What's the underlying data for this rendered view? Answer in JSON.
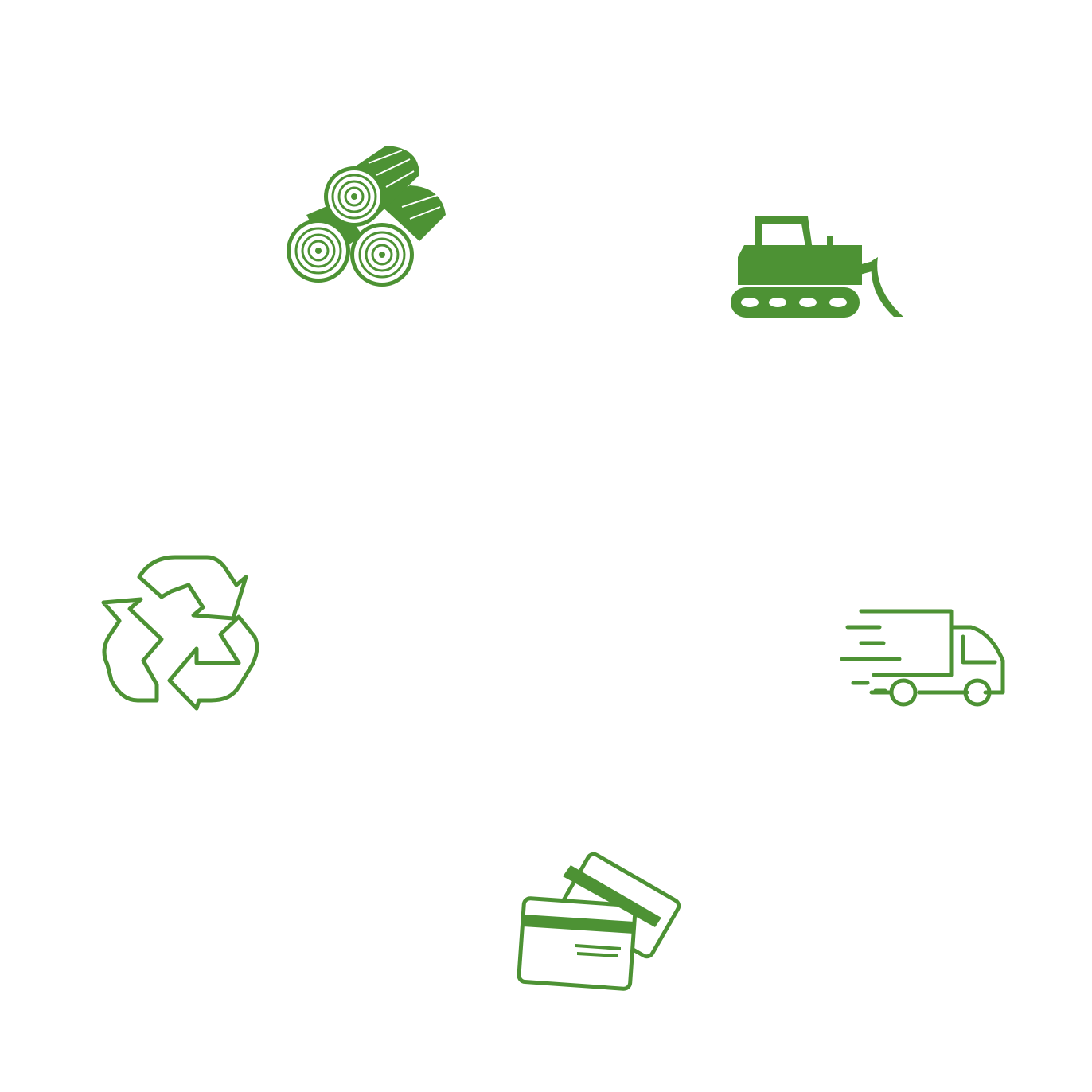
{
  "colors": {
    "icon_green": "#4d9234",
    "background": "#ffffff"
  },
  "icons": [
    {
      "id": "logs",
      "name": "logs-icon"
    },
    {
      "id": "dozer",
      "name": "bulldozer-icon"
    },
    {
      "id": "recycle",
      "name": "recycle-icon"
    },
    {
      "id": "truck",
      "name": "delivery-truck-icon"
    },
    {
      "id": "cards",
      "name": "credit-cards-icon"
    }
  ]
}
